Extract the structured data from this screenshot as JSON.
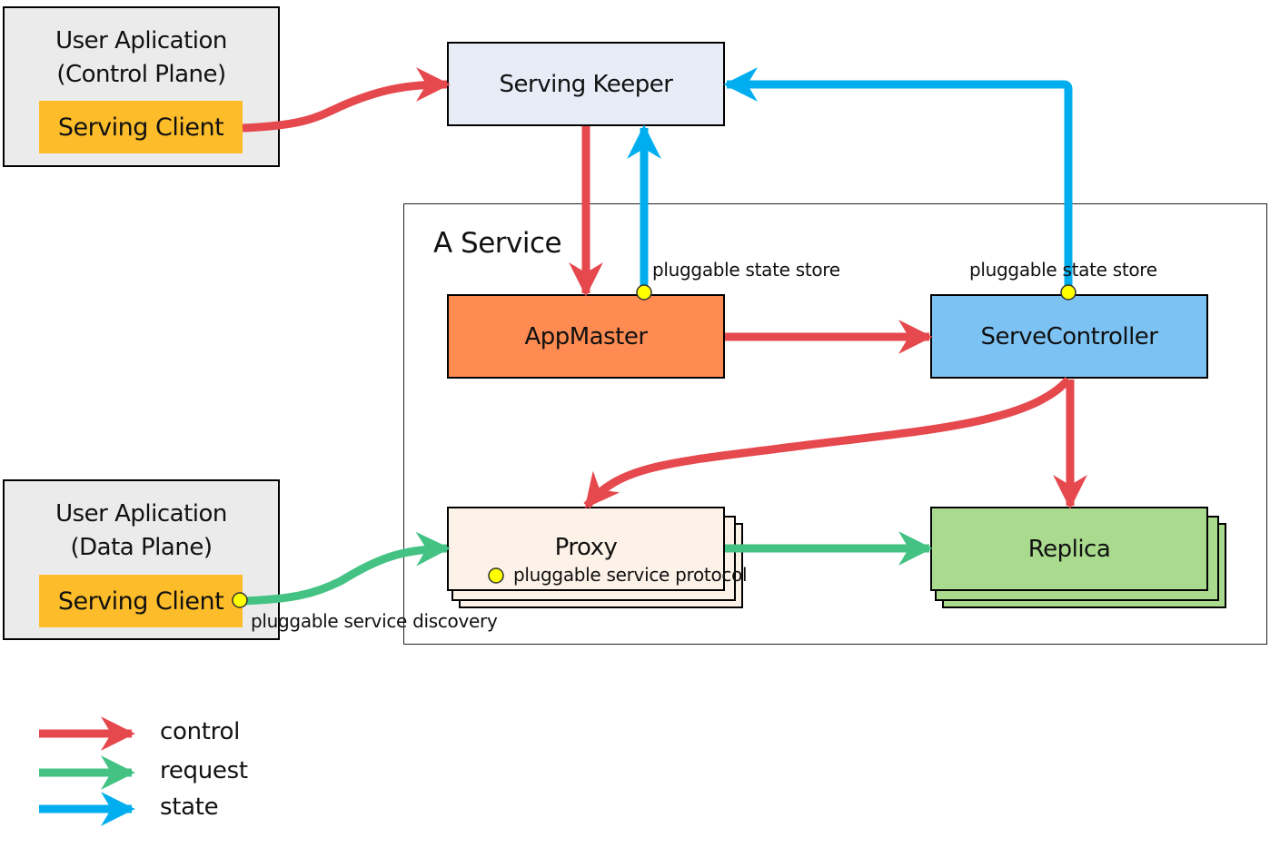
{
  "diagram": {
    "control_plane_app": {
      "title_line1": "User Aplication",
      "title_line2": "(Control Plane)",
      "client_label": "Serving Client"
    },
    "data_plane_app": {
      "title_line1": "User Aplication",
      "title_line2": "(Data Plane)",
      "client_label": "Serving Client"
    },
    "serving_keeper": {
      "label": "Serving Keeper"
    },
    "service_group": {
      "label": "A Service"
    },
    "app_master": {
      "label": "AppMaster",
      "plugin_note": "pluggable state store"
    },
    "serve_controller": {
      "label": "ServeController",
      "plugin_note": "pluggable state store"
    },
    "proxy": {
      "label": "Proxy",
      "plugin_note": "pluggable service protocol"
    },
    "replica": {
      "label": "Replica"
    },
    "discovery_note": "pluggable service discovery",
    "colors": {
      "control": "#e5484d",
      "request": "#43c284",
      "state": "#00aeef",
      "app_bg": "#ebebeb",
      "client_bg": "#fdbd2a",
      "keeper_bg": "#e7ecf7",
      "appmaster_bg": "#fe8b52",
      "controller_bg": "#7cc2f3",
      "proxy_bg": "#fdf2e8",
      "replica_bg": "#a9da8e",
      "plugin_dot": "#ffff00"
    },
    "edges": [
      {
        "from": "control-plane-serving-client",
        "to": "serving-keeper",
        "type": "control"
      },
      {
        "from": "serving-keeper",
        "to": "app-master",
        "type": "control"
      },
      {
        "from": "app-master",
        "to": "serving-keeper",
        "type": "state"
      },
      {
        "from": "serve-controller",
        "to": "serving-keeper",
        "type": "state"
      },
      {
        "from": "app-master",
        "to": "serve-controller",
        "type": "control"
      },
      {
        "from": "serve-controller",
        "to": "proxy",
        "type": "control"
      },
      {
        "from": "serve-controller",
        "to": "replica",
        "type": "control"
      },
      {
        "from": "data-plane-serving-client",
        "to": "proxy",
        "type": "request"
      },
      {
        "from": "proxy",
        "to": "replica",
        "type": "request"
      }
    ]
  },
  "legend": {
    "items": [
      {
        "label": "control",
        "type": "control"
      },
      {
        "label": "request",
        "type": "request"
      },
      {
        "label": "state",
        "type": "state"
      }
    ]
  }
}
